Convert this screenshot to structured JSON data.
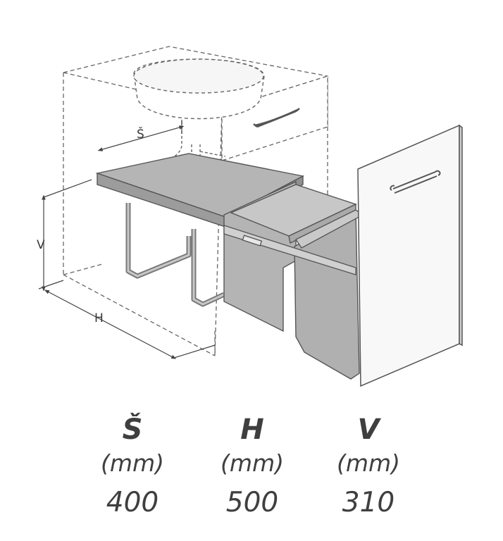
{
  "diagram": {
    "dimension_labels": {
      "width": "Š",
      "depth": "H",
      "height": "V"
    }
  },
  "specs": [
    {
      "label": "Š",
      "unit": "(mm)",
      "value": "400"
    },
    {
      "label": "H",
      "unit": "(mm)",
      "value": "500"
    },
    {
      "label": "V",
      "unit": "(mm)",
      "value": "310"
    }
  ],
  "colors": {
    "line": "#555555",
    "bin_fill": "#b9b9b9",
    "frame_fill": "#c9c9c9",
    "panel_fill": "#f7f7f7",
    "text": "#3f3f3f"
  }
}
